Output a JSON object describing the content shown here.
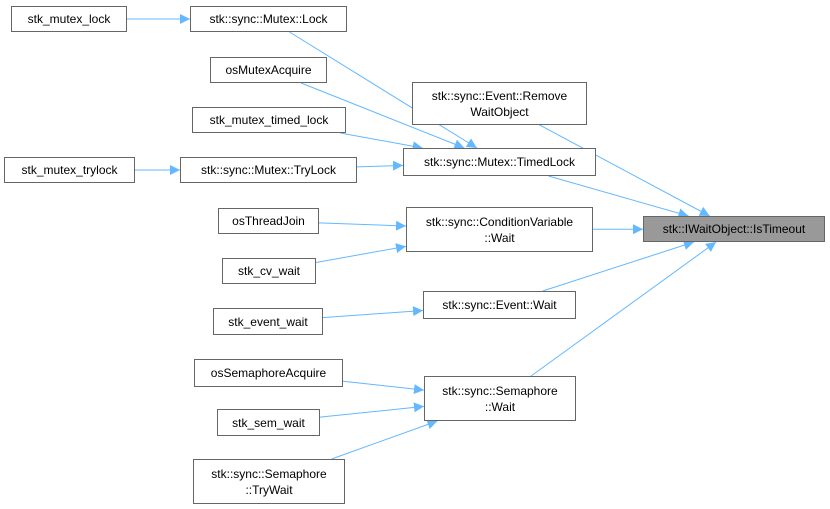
{
  "colors": {
    "edge": "#63b8ff",
    "node_border": "#666666",
    "target_fill": "#999999"
  },
  "nodes": {
    "stk_mutex_lock": "stk_mutex_lock",
    "mutex_lock": "stk::sync::Mutex::Lock",
    "os_mutex_acquire": "osMutexAcquire",
    "stk_mutex_timed_lock": "stk_mutex_timed_lock",
    "stk_mutex_trylock": "stk_mutex_trylock",
    "mutex_trylock": "stk::sync::Mutex::TryLock",
    "event_remove_wait_object": "stk::sync::Event::Remove\nWaitObject",
    "mutex_timedlock": "stk::sync::Mutex::TimedLock",
    "os_thread_join": "osThreadJoin",
    "stk_cv_wait": "stk_cv_wait",
    "condvar_wait": "stk::sync::ConditionVariable\n::Wait",
    "iwaitobject_istimeout": "stk::IWaitObject::IsTimeout",
    "stk_event_wait": "stk_event_wait",
    "event_wait": "stk::sync::Event::Wait",
    "os_semaphore_acquire": "osSemaphoreAcquire",
    "stk_sem_wait": "stk_sem_wait",
    "semaphore_wait": "stk::sync::Semaphore\n::Wait",
    "semaphore_trywait": "stk::sync::Semaphore\n::TryWait"
  },
  "edges": [
    [
      "stk_mutex_lock",
      "mutex_lock"
    ],
    [
      "stk_mutex_trylock",
      "mutex_trylock"
    ],
    [
      "mutex_lock",
      "mutex_timedlock"
    ],
    [
      "os_mutex_acquire",
      "mutex_timedlock"
    ],
    [
      "stk_mutex_timed_lock",
      "mutex_timedlock"
    ],
    [
      "mutex_trylock",
      "mutex_timedlock"
    ],
    [
      "os_thread_join",
      "condvar_wait"
    ],
    [
      "stk_cv_wait",
      "condvar_wait"
    ],
    [
      "stk_event_wait",
      "event_wait"
    ],
    [
      "os_semaphore_acquire",
      "semaphore_wait"
    ],
    [
      "stk_sem_wait",
      "semaphore_wait"
    ],
    [
      "semaphore_trywait",
      "semaphore_wait"
    ],
    [
      "event_remove_wait_object",
      "iwaitobject_istimeout"
    ],
    [
      "mutex_timedlock",
      "iwaitobject_istimeout"
    ],
    [
      "condvar_wait",
      "iwaitobject_istimeout"
    ],
    [
      "event_wait",
      "iwaitobject_istimeout"
    ],
    [
      "semaphore_wait",
      "iwaitobject_istimeout"
    ]
  ]
}
